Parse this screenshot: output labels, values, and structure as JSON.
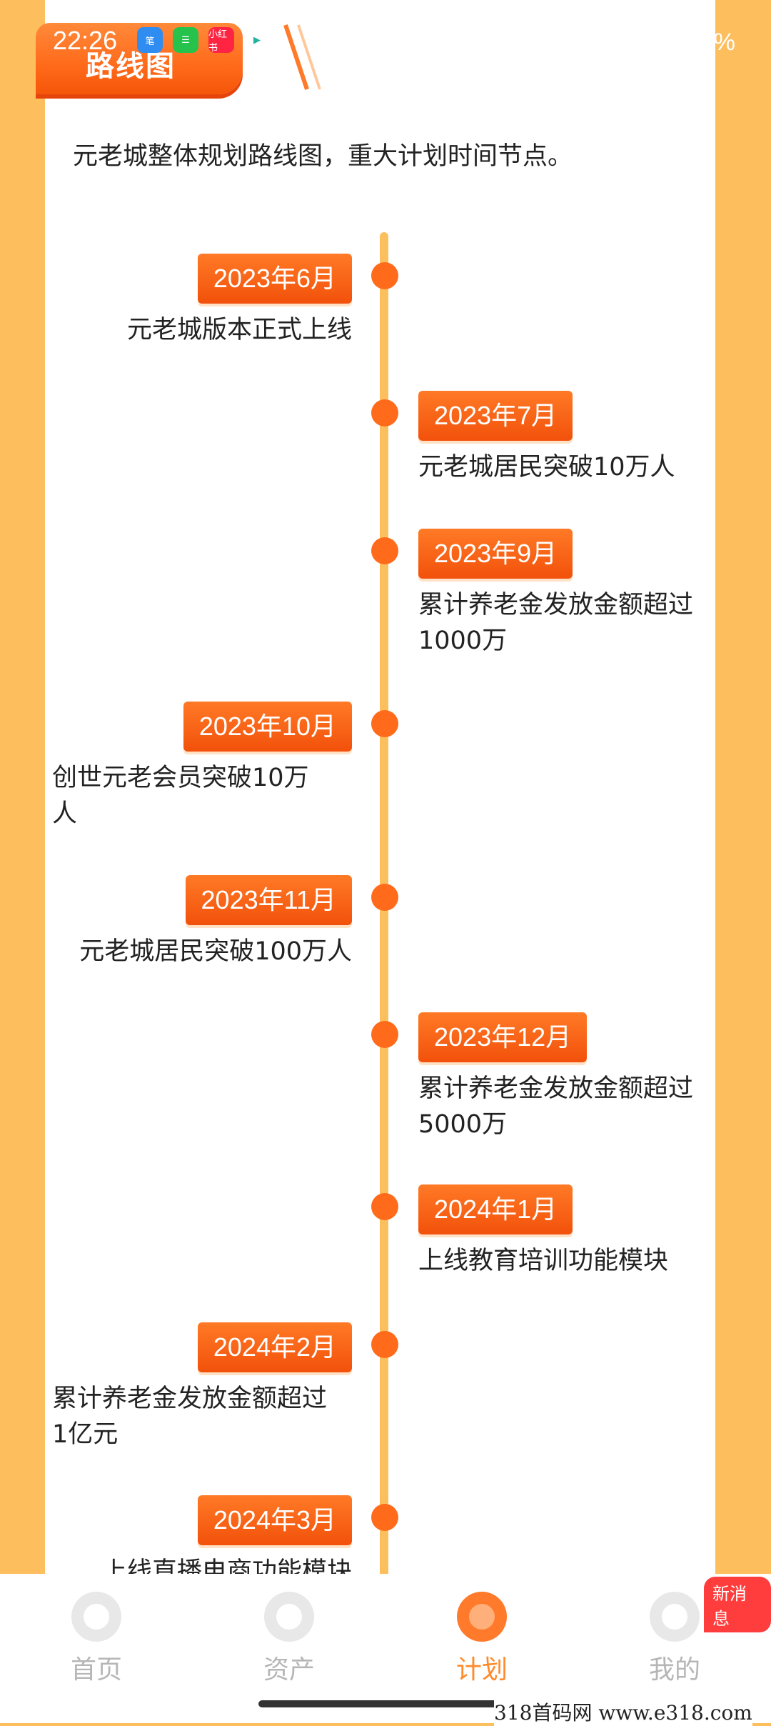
{
  "status_bar": {
    "time": "22:26",
    "battery_text": "%"
  },
  "status_icons": [
    "笔",
    "☰",
    "小红书",
    "▶"
  ],
  "header": {
    "title": "路线图"
  },
  "intro": "元老城整体规划路线图，重大计划时间节点。",
  "timeline": [
    {
      "date": "2023年6月",
      "desc": [
        "元老城版本正式上线"
      ],
      "side": "left"
    },
    {
      "date": "2023年7月",
      "desc": [
        "元老城居民突破10万人"
      ],
      "side": "right"
    },
    {
      "date": "2023年9月",
      "desc": [
        "累计养老金发放金额超过",
        "1000万"
      ],
      "side": "right"
    },
    {
      "date": "2023年10月",
      "desc": [
        "创世元老会员突破10万",
        "人"
      ],
      "side": "left"
    },
    {
      "date": "2023年11月",
      "desc": [
        "元老城居民突破100万人"
      ],
      "side": "left"
    },
    {
      "date": "2023年12月",
      "desc": [
        "累计养老金发放金额超过",
        "5000万"
      ],
      "side": "right"
    },
    {
      "date": "2024年1月",
      "desc": [
        "上线教育培训功能模块"
      ],
      "side": "right"
    },
    {
      "date": "2024年2月",
      "desc": [
        "累计养老金发放金额超过",
        "1亿元"
      ],
      "side": "left"
    },
    {
      "date": "2024年3月",
      "desc": [
        "上线直播电商功能模块"
      ],
      "side": "left"
    }
  ],
  "nav": [
    {
      "label": "首页",
      "icon": "home-icon",
      "active": false
    },
    {
      "label": "资产",
      "icon": "assets-icon",
      "active": false
    },
    {
      "label": "计划",
      "icon": "bell-icon",
      "active": true
    },
    {
      "label": "我的",
      "icon": "profile-icon",
      "active": false
    }
  ],
  "badge_new": "新消息",
  "watermark": "318首码网  www.e318.com",
  "colors": {
    "accent": "#ff6b1a",
    "background": "#fdbe5e",
    "line": "#fbbf5d"
  }
}
